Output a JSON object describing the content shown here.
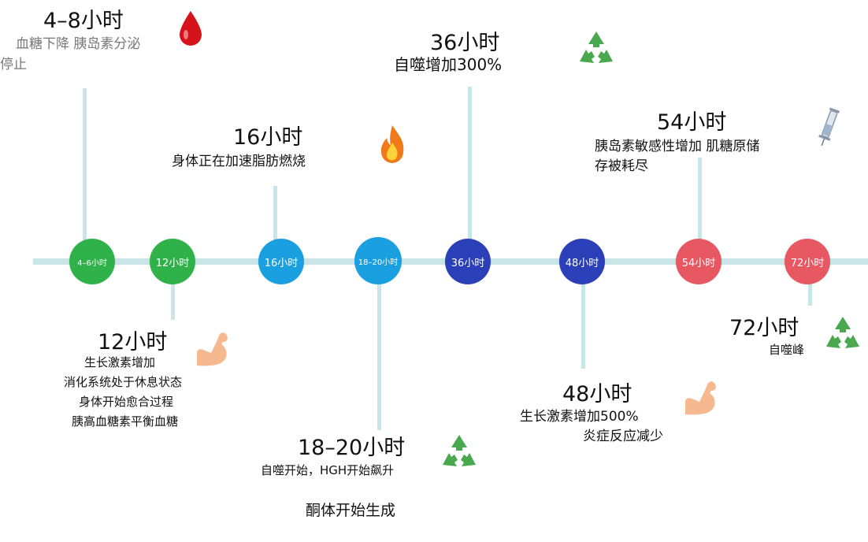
{
  "nodes": [
    {
      "label": "4–6小时",
      "color": "#2fb24a"
    },
    {
      "label": "12小时",
      "color": "#2fb24a"
    },
    {
      "label": "16小时",
      "color": "#1a9fe0"
    },
    {
      "label": "18–20小时",
      "color": "#1a9fe0"
    },
    {
      "label": "36小时",
      "color": "#2b40b8"
    },
    {
      "label": "48小时",
      "color": "#2b40b8"
    },
    {
      "label": "54小时",
      "color": "#e85862"
    },
    {
      "label": "72小时",
      "color": "#e85862"
    }
  ],
  "callouts": {
    "h4_8": {
      "title": "4–8小时",
      "lines": [
        "血糖下降 胰岛素分泌",
        "停止"
      ],
      "icon": "blood-drop-icon"
    },
    "h12": {
      "title": "12小时",
      "lines": [
        "生长激素增加",
        "消化系统处于休息状态",
        "身体开始愈合过程",
        "胰高血糖素平衡血糖"
      ],
      "icon": "flexed-arm-icon"
    },
    "h16": {
      "title": "16小时",
      "lines": [
        "身体正在加速脂肪燃烧"
      ],
      "icon": "fire-icon"
    },
    "h18_20": {
      "title": "18–20小时",
      "lines": [
        "自噬开始，HGH开始飙升",
        "酮体开始生成"
      ],
      "icon": "recycle-icon"
    },
    "h36": {
      "title": "36小时",
      "lines": [
        "自噬增加300%"
      ],
      "icon": "recycle-icon"
    },
    "h48": {
      "title": "48小时",
      "lines": [
        "生长激素增加500%",
        "炎症反应减少"
      ],
      "icon": "flexed-arm-icon"
    },
    "h54": {
      "title": "54小时",
      "lines": [
        "胰岛素敏感性增加 肌糖原储",
        "存被耗尽"
      ],
      "icon": "syringe-icon"
    },
    "h72": {
      "title": "72小时",
      "lines": [
        "自噬峰"
      ],
      "icon": "recycle-icon"
    }
  },
  "colors": {
    "axis": "#c9e5e8",
    "recycle": "#4aa84e",
    "blood": "#d6121b",
    "fire": "#f07a1a",
    "skin": "#f6b88e"
  }
}
